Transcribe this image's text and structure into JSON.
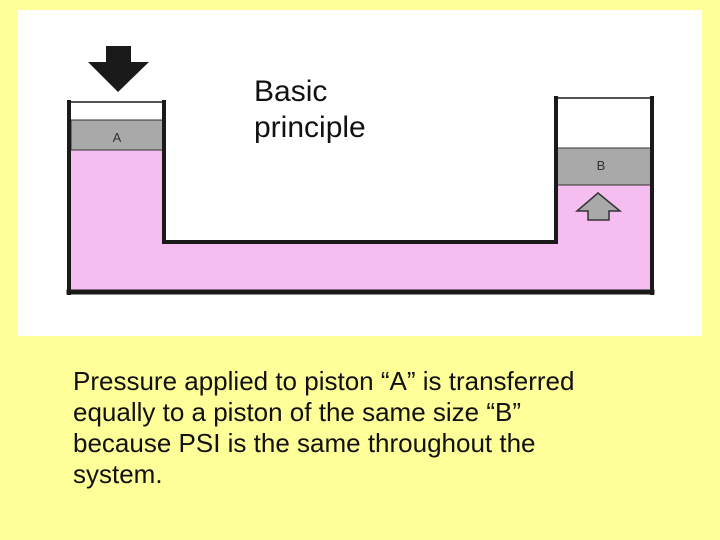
{
  "diagram": {
    "title": "Basic\nprinciple",
    "piston_a_label": "A",
    "piston_b_label": "B",
    "colors": {
      "fluid": "#f5bdf0",
      "piston": "#a9a9a9",
      "wall": "#1a1a1a",
      "panel": "#ffffff",
      "background": "#ffff99"
    }
  },
  "caption": "Pressure applied to piston “A” is transferred\nequally to a piston of  the same size “B”\nbecause PSI is the same throughout the\nsystem."
}
